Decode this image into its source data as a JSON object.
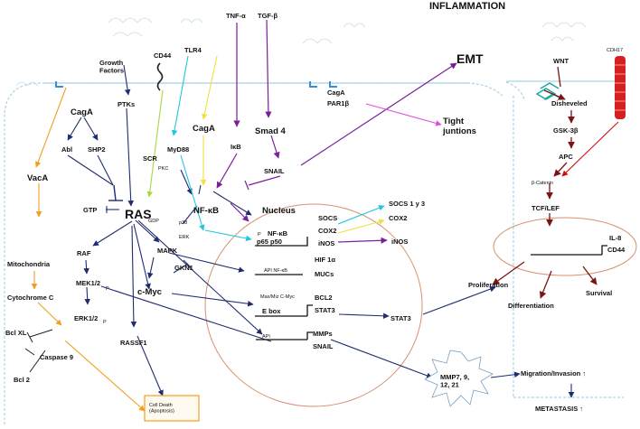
{
  "title": "INFLAMMATION",
  "colors": {
    "navy": "#1f2d6e",
    "orange": "#f0a020",
    "cyan": "#22c6dd",
    "yellow": "#f0e040",
    "purple": "#7a1f9a",
    "magenta": "#e050d8",
    "lime": "#a8d840",
    "darkred": "#7a1515",
    "red": "#cc1111",
    "membrane": "#aad4e8",
    "nucleus": "#d89070"
  },
  "labels": {
    "cd44_top": "CD44",
    "growth_factors": "Growth\nFactors",
    "tlr4": "TLR4",
    "tnf": "TNF-α",
    "tgf": "TGF-β",
    "emt": "EMT",
    "cagA_top": "CagA",
    "abl": "Abl",
    "shp2": "SHP2",
    "ptks": "PTKs",
    "scr": "SCR",
    "pkc": "PKC",
    "cagA_mid": "CagA",
    "myd88": "MyD88",
    "ikb": "IκB",
    "smad4": "Smad 4",
    "snail_top": "SNAIL",
    "cagA_par": "CagA",
    "par1b": "PAR1β",
    "tight": "Tight\njuntions",
    "vacA": "VacA",
    "gtp": "GTP",
    "ras": "RAS",
    "gdp": "GDP",
    "p38": "p38",
    "erk_small": "ERK",
    "nfkb": "NF-κB",
    "nucleus": "Nucleus",
    "p_small": "P",
    "nfkb_p65p50_top": "NF-κB",
    "p65p50": "p65  p50",
    "socs": "SOCS",
    "cox2_n": "COX2",
    "inos_n": "iNOS",
    "socs13": "SOCS 1 y 3",
    "cox2_out": "COX2",
    "inos_out": "iNOS",
    "api_nfkb": "API   NF-κB",
    "hif": "HIF 1α",
    "mucs": "MUCs",
    "raf": "RAF",
    "mapk": "MAPK",
    "gkn1": "GKN1",
    "mek": "MEK1/2",
    "mek_p": "P",
    "cmyc": "c-Myc",
    "erk12": "ERK1/2",
    "erk_p": "P",
    "mito": "Mitochondria",
    "cytc": "Cytochrome C",
    "maxmiz": "Max/Miz C-Myc",
    "ebox": "E box",
    "bcl2_n": "BCL2",
    "stat3_n": "STAT3",
    "stat3_out": "STAT3",
    "bclxl": "Bcl XL",
    "casp9": "Caspase 9",
    "bcl2": "Bcl 2",
    "api2": "API",
    "mmps": "MMPs",
    "snail2": "SNAIL",
    "rassf1": "RASSF1",
    "celldeath": "Cell Death\n(Apoptosis)",
    "mmp7": "MMP7, 9,\n12, 21",
    "migration": "Migration/Invasion  ↑",
    "metastasis": "METASTASIS  ↑",
    "wnt": "WNT",
    "cdh17": "CDH17",
    "dish": "Disheveled",
    "gsk": "GSK-3β",
    "apc": "APC",
    "bcat": "β-Catenin",
    "tcf": "TCF/LEF",
    "il8": "IL-8",
    "cd44_r": "CD44",
    "prolif": "Proliferation",
    "diff": "Differentiation",
    "surv": "Survival"
  }
}
